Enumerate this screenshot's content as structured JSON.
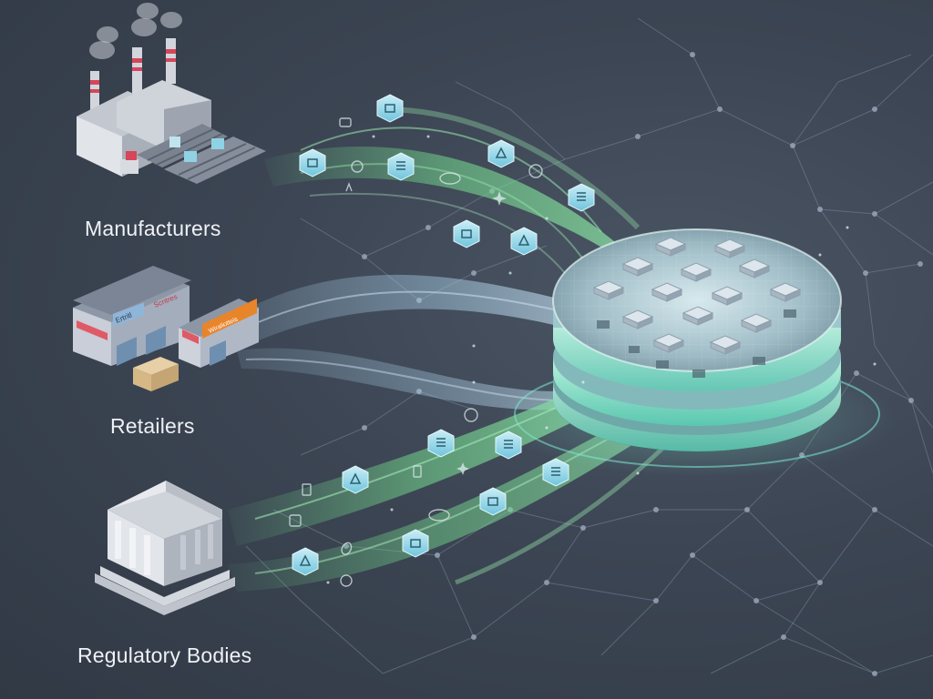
{
  "entities": {
    "manufacturers": {
      "label": "Manufacturers",
      "icon": "factory-icon"
    },
    "retailers": {
      "label": "Retailers",
      "icon": "storefront-icon",
      "sign_left": "Ertritl",
      "sign_right": "Scntres",
      "sign_shop": "Wiraliotteis"
    },
    "regulatory_bodies": {
      "label": "Regulatory Bodies",
      "icon": "government-building-icon"
    }
  },
  "hub": {
    "icon": "layered-data-platform-icon"
  },
  "colors": {
    "background": "#3a4350",
    "flow_green": "#6fd28a",
    "flow_blue": "#9fc8e6",
    "cube": "#7fd0e6",
    "hub_glow": "#6fe3c8",
    "network": "#7f8ea3"
  }
}
